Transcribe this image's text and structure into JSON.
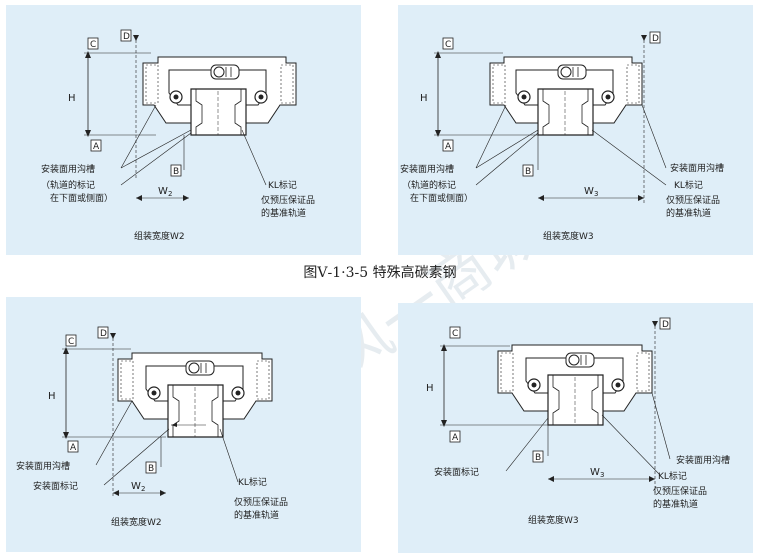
{
  "caption": "图Ⅴ-1·3-5  特殊高碳素钢",
  "panels": [
    {
      "ref_c": "C",
      "ref_d": "D",
      "ref_a": "A",
      "ref_b": "B",
      "dim_h": "H",
      "width_sym": "W",
      "width_sub": "2",
      "label_groove": "安装面用沟槽",
      "label_note_1": "（轨道的标记",
      "label_note_2": "在下面或侧面）",
      "label_kl": "KL标记",
      "label_preload_1": "仅预压保证品",
      "label_preload_2": "的基准轨道",
      "title": "组装宽度W2"
    },
    {
      "ref_c": "C",
      "ref_d": "D",
      "ref_a": "A",
      "ref_b": "B",
      "dim_h": "H",
      "width_sym": "W",
      "width_sub": "3",
      "label_groove_left": "安装面用沟槽",
      "label_note_1": "（轨道的标记",
      "label_note_2": "在下面或侧面）",
      "label_groove_right": "安装面用沟槽",
      "label_kl": "KL标记",
      "label_preload_1": "仅预压保证品",
      "label_preload_2": "的基准轨道",
      "title": "组装宽度W3"
    },
    {
      "ref_c": "C",
      "ref_d": "D",
      "ref_a": "A",
      "ref_b": "B",
      "dim_h": "H",
      "width_sym": "W",
      "width_sub": "2",
      "label_groove": "安装面用沟槽",
      "label_mark": "安装面标记",
      "label_kl": "KL标记",
      "label_preload_1": "仅预压保证品",
      "label_preload_2": "的基准轨道",
      "title": "组装宽度W2"
    },
    {
      "ref_c": "C",
      "ref_d": "D",
      "ref_a": "A",
      "ref_b": "B",
      "dim_h": "H",
      "width_sym": "W",
      "width_sub": "3",
      "label_mark": "安装面标记",
      "label_groove": "安装面用沟槽",
      "label_kl": "KL标记",
      "label_preload_1": "仅预压保证品",
      "label_preload_2": "的基准轨道",
      "title": "组装宽度W3"
    }
  ],
  "watermark_text": "风一商城",
  "colors": {
    "panel_bg": "#dfeef8",
    "line": "#222222",
    "watermark": "#c8d6e0"
  }
}
